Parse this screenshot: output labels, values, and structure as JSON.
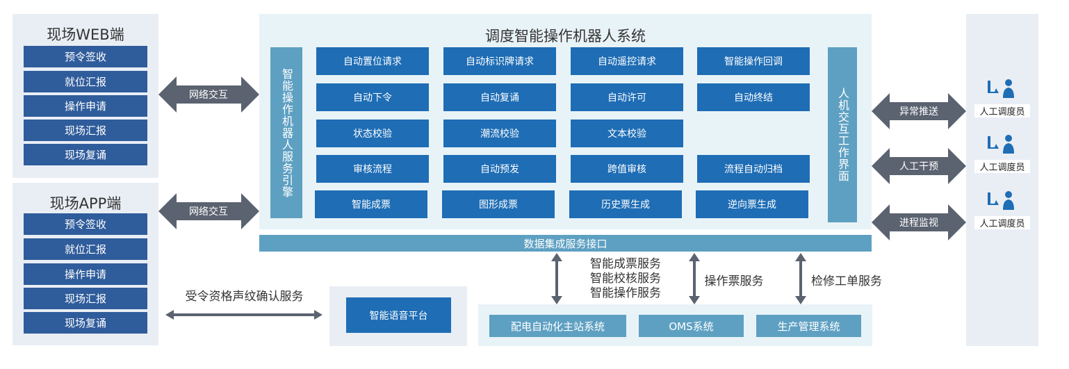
{
  "web_panel": {
    "title": "现场WEB端",
    "items": [
      "预令签收",
      "就位汇报",
      "操作申请",
      "现场汇报",
      "现场复诵"
    ]
  },
  "app_panel": {
    "title": "现场APP端",
    "items": [
      "预令签收",
      "就位汇报",
      "操作申请",
      "现场汇报",
      "现场复诵"
    ]
  },
  "network_arrows": [
    "网络交互",
    "网络交互"
  ],
  "center": {
    "title": "调度智能操作机器人系统",
    "left_column": "智能操作机器人服务引擎",
    "right_column": "人机交互工作界面",
    "grid": [
      [
        "自动置位请求",
        "自动标识牌请求",
        "自动遥控请求",
        "智能操作回调"
      ],
      [
        "自动下令",
        "自动复诵",
        "自动许可",
        "自动终结"
      ],
      [
        "状态校验",
        "潮流校验",
        "文本校验"
      ],
      [
        "审核流程",
        "自动预发",
        "跨值审核",
        "流程自动归档"
      ],
      [
        "智能成票",
        "图形成票",
        "历史票生成",
        "逆向票生成"
      ]
    ]
  },
  "data_strip": "数据集成服务接口",
  "services": {
    "group1": [
      "智能成票服务",
      "智能校核服务",
      "智能操作服务"
    ],
    "group2": "操作票服务",
    "group3": "检修工单服务"
  },
  "systems": [
    "配电自动化主站系统",
    "OMS系统",
    "生产管理系统"
  ],
  "voice_platform": "智能语音平台",
  "voice_arrow_label": "受令资格声纹确认服务",
  "right_arrows": [
    "异常推送",
    "人工干预",
    "进程监视"
  ],
  "dispatchers": [
    "人工调度员",
    "人工调度员",
    "人工调度员"
  ],
  "colors": {
    "dark_blue": "#2f5c9b",
    "blue": "#1e6db5",
    "light_blue": "#5ea0c2",
    "panel_gray": "#e9eef5",
    "panel_light": "#e8f3f8",
    "arrow_gray": "#5b6270"
  },
  "icons": [
    "dispatcher-icon"
  ]
}
